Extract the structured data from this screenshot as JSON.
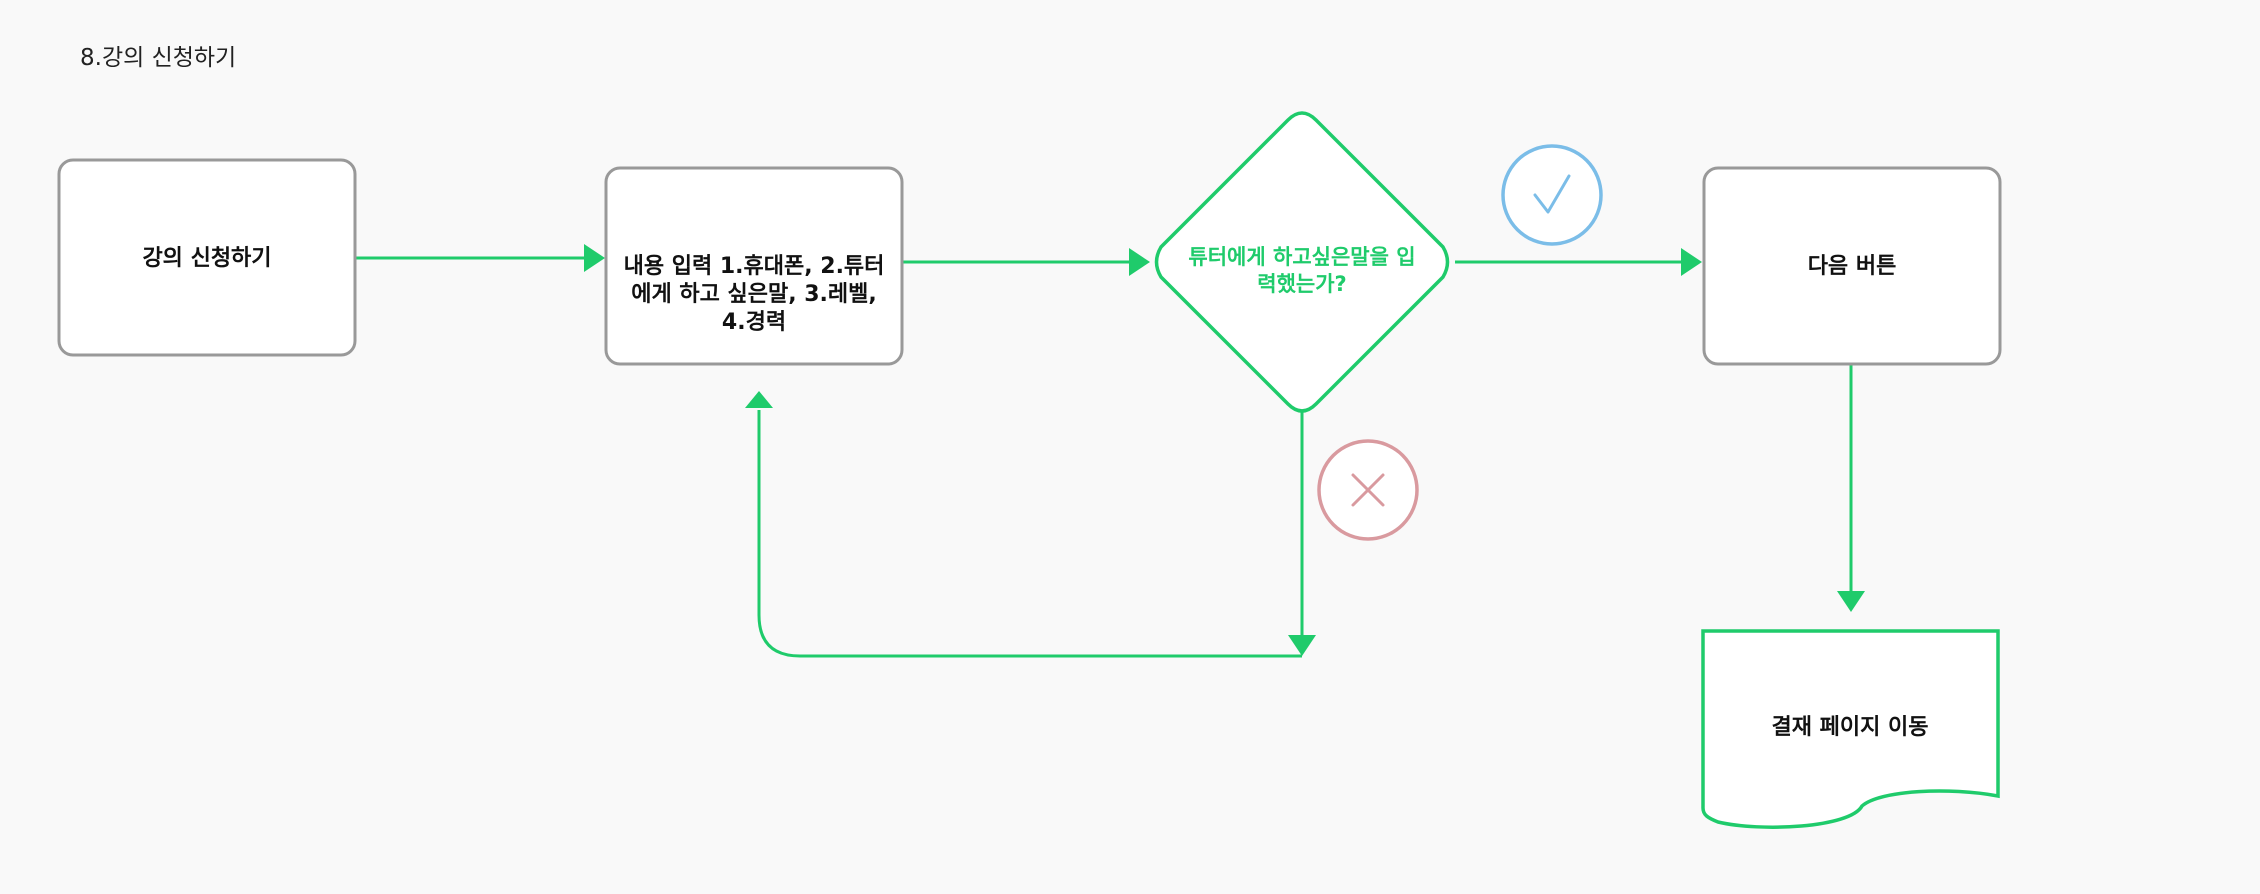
{
  "page": {
    "title": "8.강의 신청하기"
  },
  "nodes": {
    "start": {
      "lines": [
        "강의 신청하기"
      ]
    },
    "input": {
      "lines": [
        "내용 입력 1.휴대폰, 2.튜터",
        "에게 하고 싶은말, 3.레벨,",
        "4.경력"
      ]
    },
    "decision": {
      "lines": [
        "튜터에게 하고싶은말을 입",
        "력했는가?"
      ]
    },
    "next": {
      "lines": [
        "다음 버튼"
      ]
    },
    "payment": {
      "lines": [
        "결재 페이지 이동"
      ]
    }
  },
  "markers": {
    "yes": "check-icon",
    "no": "x-icon"
  },
  "colors": {
    "background": "#f9f9f9",
    "box_border": "#999999",
    "flow": "#1fcb6b",
    "yes_marker": "#7bbde8",
    "no_marker": "#d99a9f"
  }
}
